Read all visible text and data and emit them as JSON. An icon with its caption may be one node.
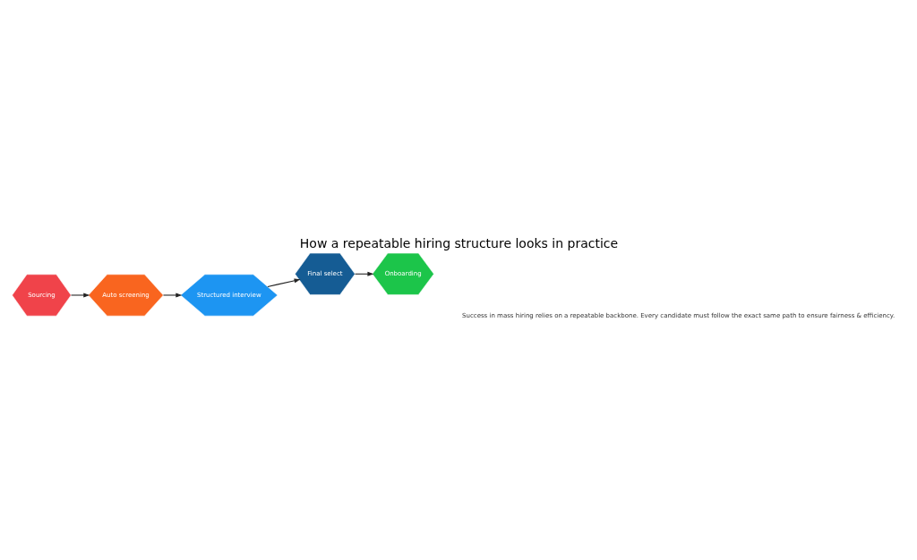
{
  "diagram": {
    "title": "How a repeatable hiring structure looks in practice",
    "caption": "Success in mass hiring relies on a repeatable backbone. Every candidate must follow the exact same path to ensure fairness & efficiency.",
    "nodes": [
      {
        "text": [
          "Sourcing"
        ]
      },
      {
        "text": [
          "Auto screening"
        ]
      },
      {
        "text": [
          "Structured interview"
        ]
      },
      {
        "text": [
          "Final select"
        ]
      },
      {
        "text": [
          "Onboarding"
        ]
      }
    ],
    "edges": [
      {
        "from": 0,
        "to": 1,
        "arrow": "to"
      },
      {
        "from": 1,
        "to": 2,
        "arrow": "to"
      },
      {
        "from": 2,
        "to": 3,
        "arrow": "to"
      },
      {
        "from": 3,
        "to": 4,
        "arrow": "to"
      }
    ]
  }
}
